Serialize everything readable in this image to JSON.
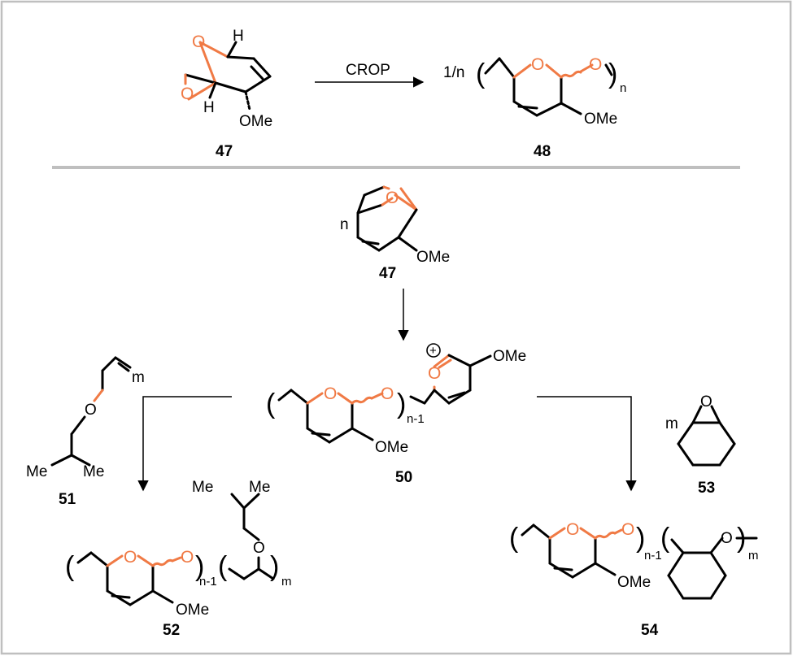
{
  "reagent_top": "CROP",
  "coef": "1/n",
  "idx_n": "n",
  "idx_n1": "n-1",
  "idx_m": "m",
  "O": "O",
  "H": "H",
  "OMe": "OMe",
  "Me": "Me",
  "plus": "+",
  "labels": {
    "c47": "47",
    "c48": "48",
    "c50": "50",
    "c51": "51",
    "c52": "52",
    "c53": "53",
    "c54": "54"
  },
  "colors": {
    "oxygen": "#F07A45",
    "frame": "#bfbfbf",
    "divider": "#bfbfbf"
  }
}
